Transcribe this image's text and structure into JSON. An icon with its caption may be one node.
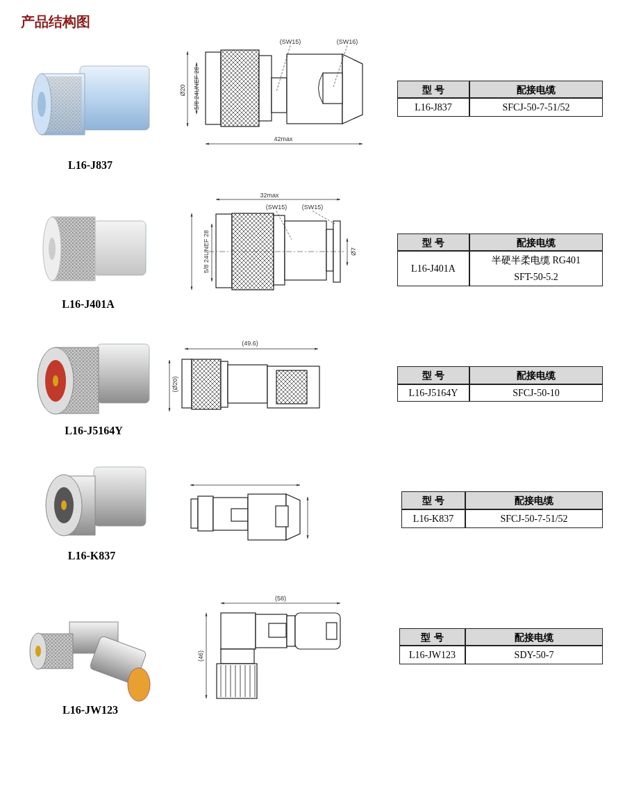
{
  "diagram": {
    "title": "产品结构图",
    "nodes": [
      {
        "text": [
          "(SW15)"
        ]
      },
      {
        "text": [
          "(SW16)"
        ]
      },
      {
        "text": [
          "(SW15)"
        ]
      },
      {
        "text": [
          "(SW15)"
        ]
      }
    ],
    "edges": [
      {
        "from": 0,
        "to": null,
        "arrow": "none"
      },
      {
        "from": 1,
        "to": null,
        "arrow": "none"
      },
      {
        "from": 2,
        "to": null,
        "arrow": "none"
      },
      {
        "from": 3,
        "to": null,
        "arrow": "none"
      }
    ],
    "labels": [
      "Ø20",
      "5/8 24UNEF 28",
      "42max",
      "型 号",
      "配接电缆",
      "L16-J837",
      "SFCJ-50-7-51/52",
      "L16-J837",
      "32max",
      "5/8 24UNEF 28",
      "Ø7",
      "型 号",
      "配接电缆",
      "L16-J401A",
      "半硬半柔电缆 RG401 SFT-50-5.2",
      "L16-J401A",
      "(49.6)",
      "(Ø20)",
      "型 号",
      "配接电缆",
      "L16-J5164Y",
      "SFCJ-50-10",
      "L16-J5164Y",
      "型 号",
      "配接电缆",
      "L16-K837",
      "SFCJ-50-7-51/52",
      "L16-K837",
      "(58)",
      "(46)",
      "型 号",
      "配接电缆",
      "L16-JW123",
      "SDY-50-7",
      "L16-JW123"
    ]
  }
}
